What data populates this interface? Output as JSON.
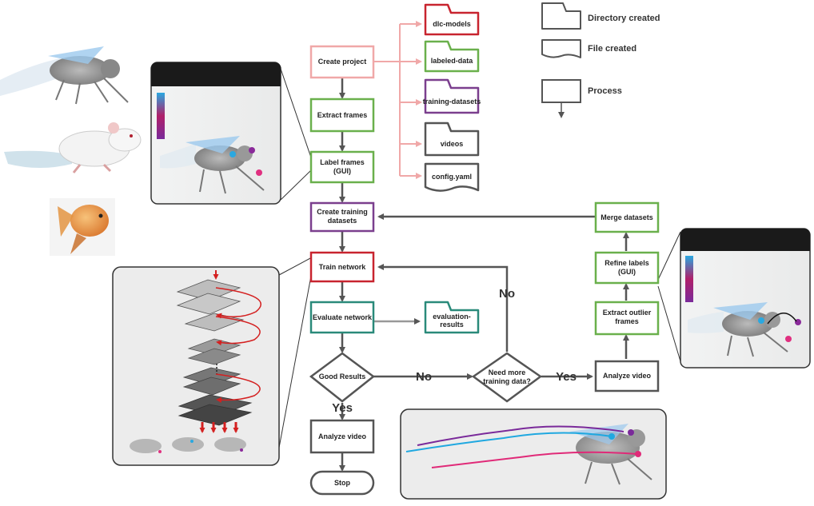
{
  "legend": {
    "directory": "Directory created",
    "file": "File created",
    "process": "Process"
  },
  "process": {
    "create_project": "Create project",
    "extract_frames": "Extract frames",
    "label_frames_1": "Label frames",
    "label_frames_2": "(GUI)",
    "create_training_1": "Create training",
    "create_training_2": "datasets",
    "train_network": "Train network",
    "evaluate_network": "Evaluate network",
    "good_results": "Good Results",
    "analyze_video_main": "Analyze video",
    "stop": "Stop",
    "need_more_1": "Need more",
    "need_more_2": "training data?",
    "analyze_video_right": "Analyze video",
    "extract_outlier_1": "Extract outlier",
    "extract_outlier_2": "frames",
    "refine_labels_1": "Refine labels",
    "refine_labels_2": "(GUI)",
    "merge_datasets": "Merge datasets"
  },
  "outputs": {
    "dlc_models": "dlc-models",
    "labeled_data": "labeled-data",
    "training_datasets": "training-datasets",
    "videos": "videos",
    "config": "config.yaml",
    "eval_results_1": "evaluation-",
    "eval_results_2": "results"
  },
  "decisions": {
    "no_1": "No",
    "yes_1": "Yes",
    "no_2": "No",
    "yes_2": "Yes"
  },
  "colors": {
    "red": "#c8242f",
    "green": "#6ab04c",
    "purple": "#7b3f8e",
    "teal": "#2a8a7a",
    "pink": "#f0a8a8",
    "gray": "#666666"
  }
}
